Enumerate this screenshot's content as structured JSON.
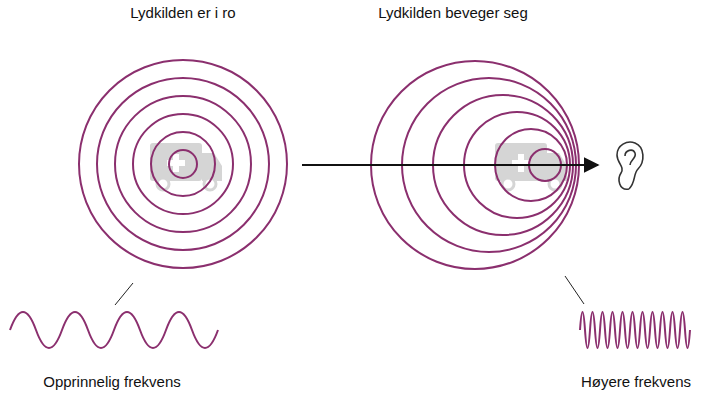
{
  "diagram": {
    "labels": [
      "Lydkilden er i ro",
      "Lydkilden beveger seg",
      "Opprinnelig frekvens",
      "Høyere frekvens"
    ]
  }
}
